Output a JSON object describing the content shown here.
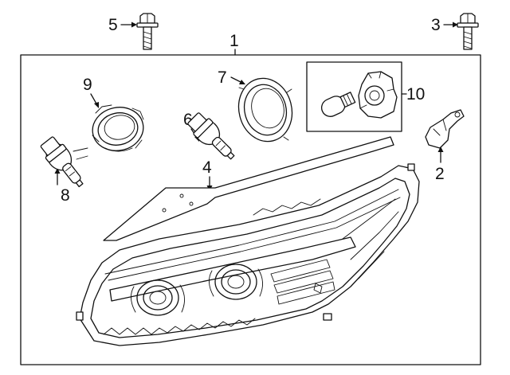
{
  "diagram": {
    "callouts": {
      "c1": "1",
      "c2": "2",
      "c3": "3",
      "c4": "4",
      "c5": "5",
      "c6": "6",
      "c7": "7",
      "c8": "8",
      "c9": "9",
      "c10": "10"
    },
    "colors": {
      "line": "#111111",
      "background": "#ffffff"
    }
  }
}
